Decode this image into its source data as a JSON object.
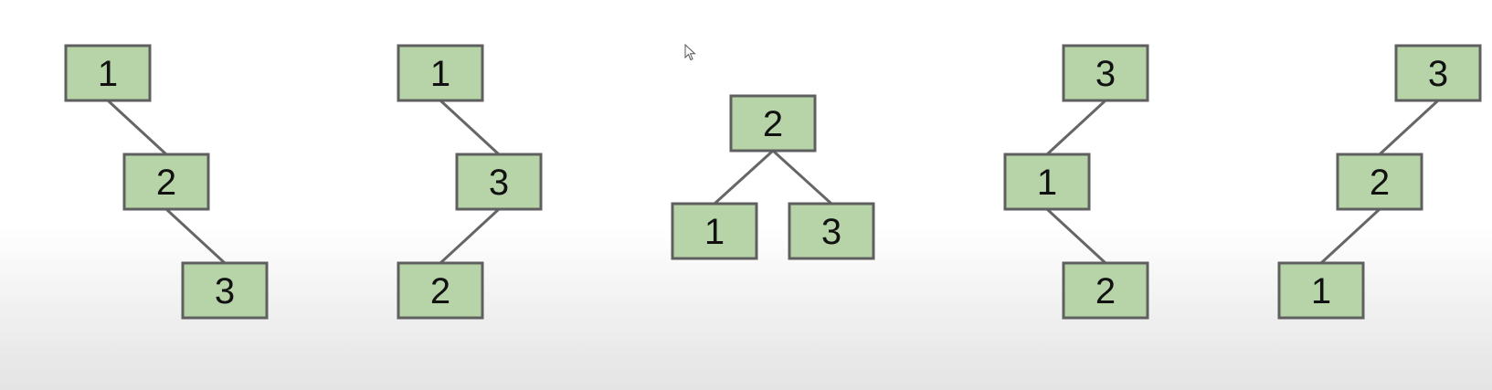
{
  "diagram": {
    "node_fill": "#b6d4a8",
    "node_border": "#5f5f5f",
    "edge_color": "#666666",
    "trees": [
      {
        "name": "tree-1",
        "nodes": [
          {
            "id": "a",
            "label": "1"
          },
          {
            "id": "b",
            "label": "2"
          },
          {
            "id": "c",
            "label": "3"
          }
        ],
        "edges": [
          [
            "a",
            "b"
          ],
          [
            "b",
            "c"
          ]
        ]
      },
      {
        "name": "tree-2",
        "nodes": [
          {
            "id": "a",
            "label": "1"
          },
          {
            "id": "b",
            "label": "3"
          },
          {
            "id": "c",
            "label": "2"
          }
        ],
        "edges": [
          [
            "a",
            "b"
          ],
          [
            "b",
            "c"
          ]
        ]
      },
      {
        "name": "tree-3",
        "nodes": [
          {
            "id": "a",
            "label": "2"
          },
          {
            "id": "b",
            "label": "1"
          },
          {
            "id": "c",
            "label": "3"
          }
        ],
        "edges": [
          [
            "a",
            "b"
          ],
          [
            "a",
            "c"
          ]
        ]
      },
      {
        "name": "tree-4",
        "nodes": [
          {
            "id": "a",
            "label": "3"
          },
          {
            "id": "b",
            "label": "1"
          },
          {
            "id": "c",
            "label": "2"
          }
        ],
        "edges": [
          [
            "a",
            "b"
          ],
          [
            "b",
            "c"
          ]
        ]
      },
      {
        "name": "tree-5",
        "nodes": [
          {
            "id": "a",
            "label": "3"
          },
          {
            "id": "b",
            "label": "2"
          },
          {
            "id": "c",
            "label": "1"
          }
        ],
        "edges": [
          [
            "a",
            "b"
          ],
          [
            "b",
            "c"
          ]
        ]
      }
    ]
  }
}
